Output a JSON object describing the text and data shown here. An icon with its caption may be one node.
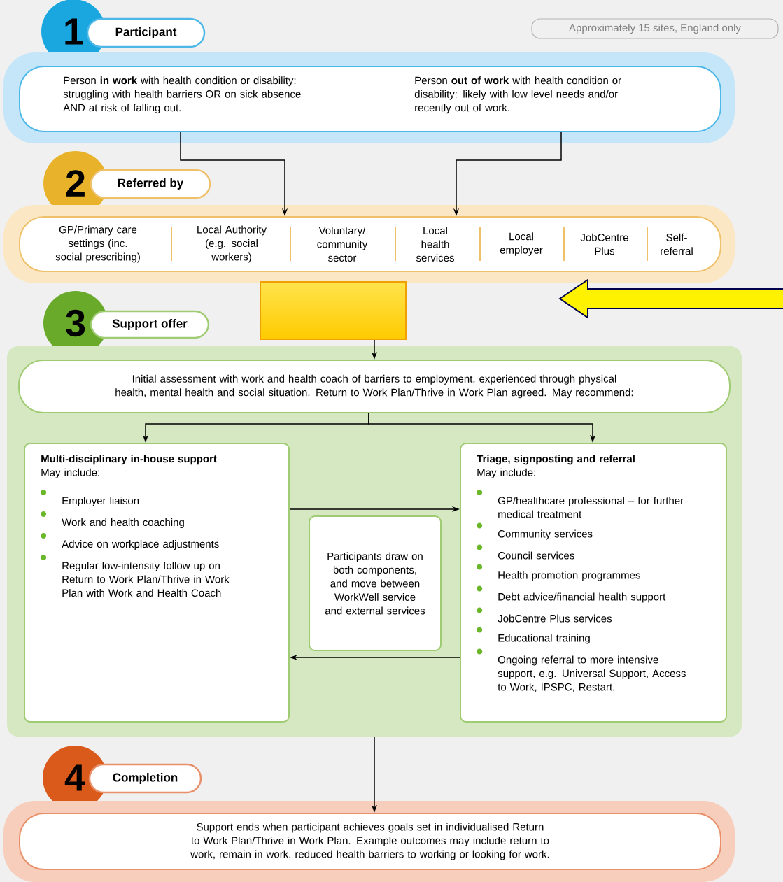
{
  "diagram": {
    "nodes": [
      {
        "text": [
          "1",
          "Participant"
        ]
      },
      {
        "text": [
          "Person **in work** with health condition or disability: struggling with health barriers OR on sick absence AND at risk of falling out.",
          "Person **out of work** with health condition or disability: likely with low level needs and/or recently out of work."
        ],
        "in": 0
      },
      {
        "text": [
          "2",
          "Referred by"
        ]
      },
      {
        "text": [
          "GP/Primary care settings (inc. social prescribing)",
          "Local Authority (e.g. social workers)",
          "Voluntary/ community sector",
          "Local health services",
          "Local employer",
          "JobCentre Plus",
          "Self-referral"
        ],
        "in": 2
      },
      {
        "text": [
          "3",
          "Support offer"
        ]
      },
      {
        "text": [],
        "shape": "box"
      },
      {
        "text": [
          "Initial assessment with work and health coach of barriers to employment, experienced through physical health, mental health and social situation. Return to Work Plan/Thrive in Work Plan agreed. May recommend:"
        ],
        "in": 4
      },
      {
        "text": [
          "Multi-disciplinary in-house support",
          "May include:",
          "Employer liaison",
          "Work and health coaching",
          "Advice on workplace adjustments",
          "Regular low-intensity follow up on Return to Work Plan/Thrive in Work Plan with Work and Health Coach"
        ],
        "in": 4
      },
      {
        "text": [
          "Participants draw on both components, and move between WorkWell service and external services"
        ],
        "in": 4
      },
      {
        "text": [
          "Triage, signposting and referral",
          "May include:",
          "GP/healthcare professional – for further medical treatment",
          "Community services",
          "Council services",
          "Health promotion programmes",
          "Debt advice/financial health support",
          "JobCentre Plus services",
          "Educational training",
          "Ongoing referral to more intensive support, e.g. Universal Support, Access to Work, IPSPC, Restart."
        ],
        "in": 4
      },
      {
        "text": [
          "4",
          "Completion"
        ]
      },
      {
        "text": [
          "Support ends when participant achieves goals set in individualised Return to Work Plan/Thrive in Work Plan. Example outcomes may include return to work, remain in work, reduced health barriers to working or looking for work."
        ],
        "in": 10
      }
    ],
    "edges": [
      {
        "from": 1,
        "to": 3,
        "arrow": "to"
      },
      {
        "from": 1,
        "to": 3,
        "arrow": "to"
      },
      {
        "from": 5,
        "to": 6,
        "arrow": "to"
      },
      {
        "from": 6,
        "to": 7,
        "arrow": "to"
      },
      {
        "from": 6,
        "to": 9,
        "arrow": "to"
      },
      {
        "from": 7,
        "to": 9,
        "arrow": "to"
      },
      {
        "from": 9,
        "to": 7,
        "arrow": "to"
      },
      {
        "from": 4,
        "to": 11,
        "arrow": "to"
      }
    ],
    "labels": [
      "Approximately 15 sites, England only"
    ]
  }
}
